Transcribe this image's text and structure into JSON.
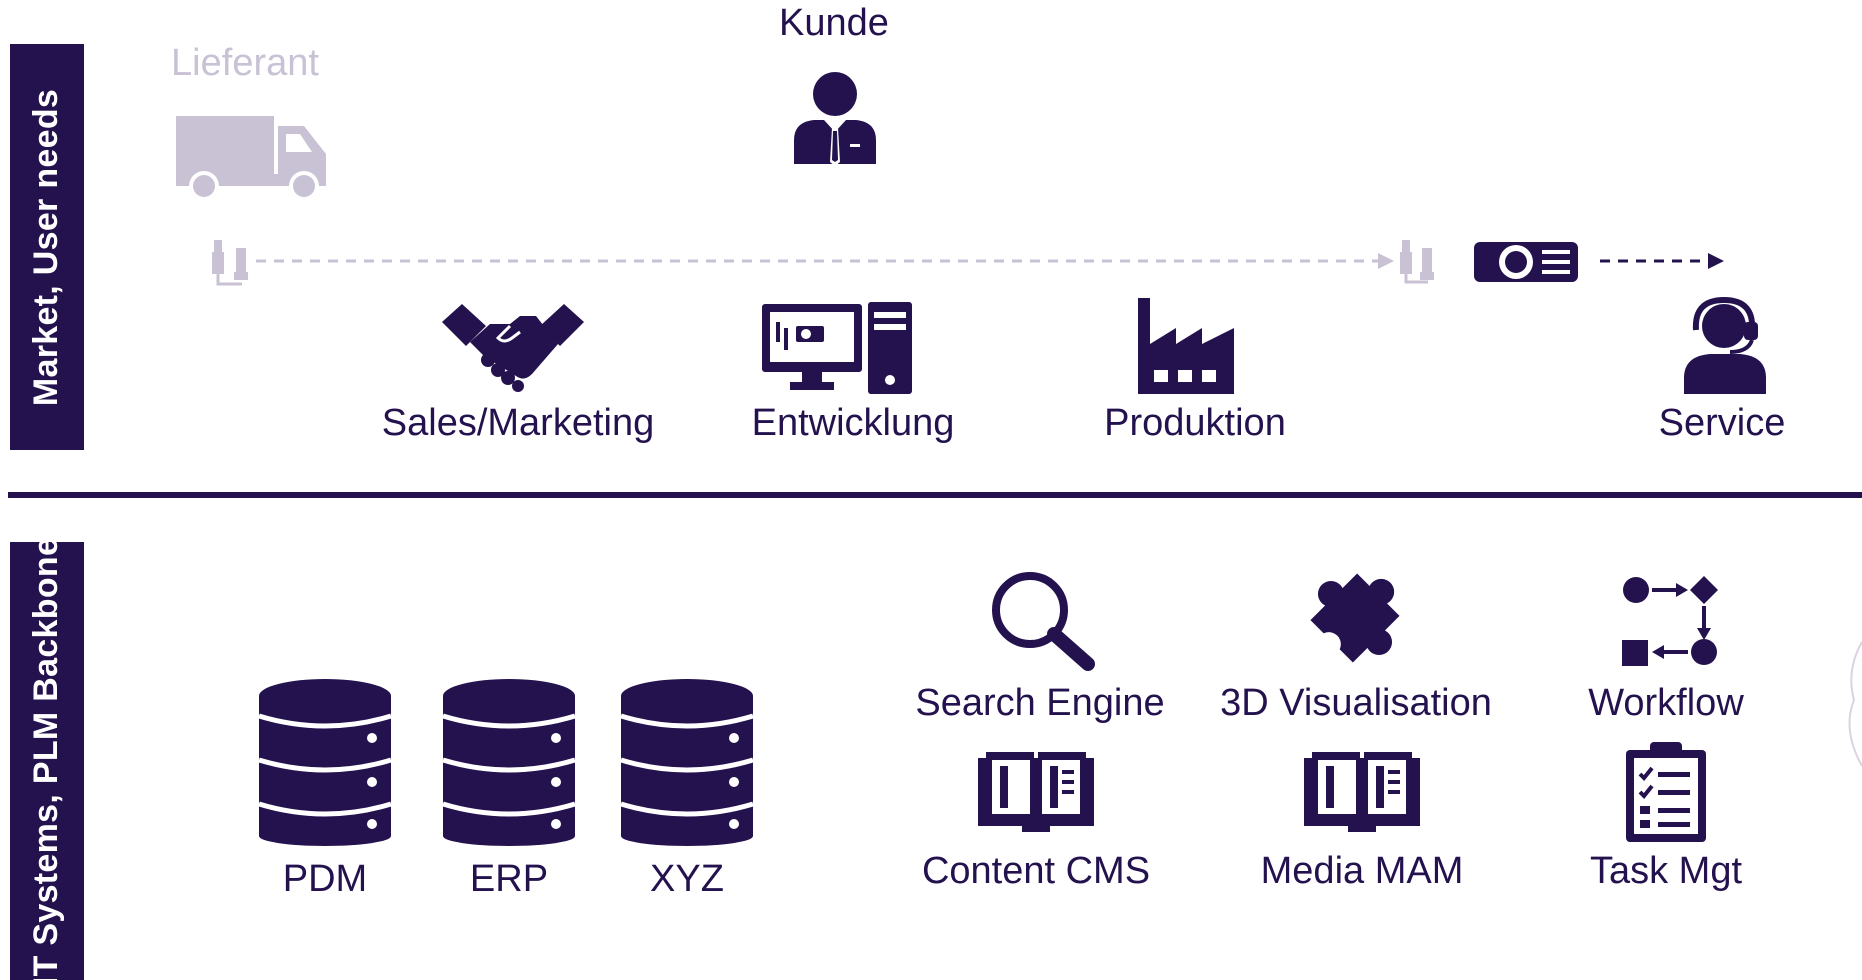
{
  "colors": {
    "primary": "#24124f",
    "muted": "#c8c2d4",
    "background": "#ffffff"
  },
  "sections": {
    "top_label": "Market, User needs",
    "bottom_label": "IT Systems, PLM Backbone"
  },
  "top": {
    "supplier": {
      "label": "Lieferant",
      "icon": "truck-icon"
    },
    "customer": {
      "label": "Kunde",
      "icon": "businessman-icon"
    },
    "stages": [
      {
        "label": "Sales/Marketing",
        "icon": "handshake-icon"
      },
      {
        "label": "Entwicklung",
        "icon": "computer-icon"
      },
      {
        "label": "Produktion",
        "icon": "factory-icon"
      },
      {
        "label": "Service",
        "icon": "headset-agent-icon"
      }
    ]
  },
  "bottom": {
    "databases": [
      {
        "label": "PDM",
        "icon": "database-icon"
      },
      {
        "label": "ERP",
        "icon": "database-icon"
      },
      {
        "label": "XYZ",
        "icon": "database-icon"
      }
    ],
    "services": [
      {
        "label": "Search Engine",
        "icon": "magnifier-icon"
      },
      {
        "label": "3D Visualisation",
        "icon": "puzzle-icon"
      },
      {
        "label": "Workflow",
        "icon": "workflow-icon"
      },
      {
        "label": "Content CMS",
        "icon": "book-icon"
      },
      {
        "label": "Media MAM",
        "icon": "book-icon"
      },
      {
        "label": "Task Mgt",
        "icon": "checklist-icon"
      }
    ]
  }
}
